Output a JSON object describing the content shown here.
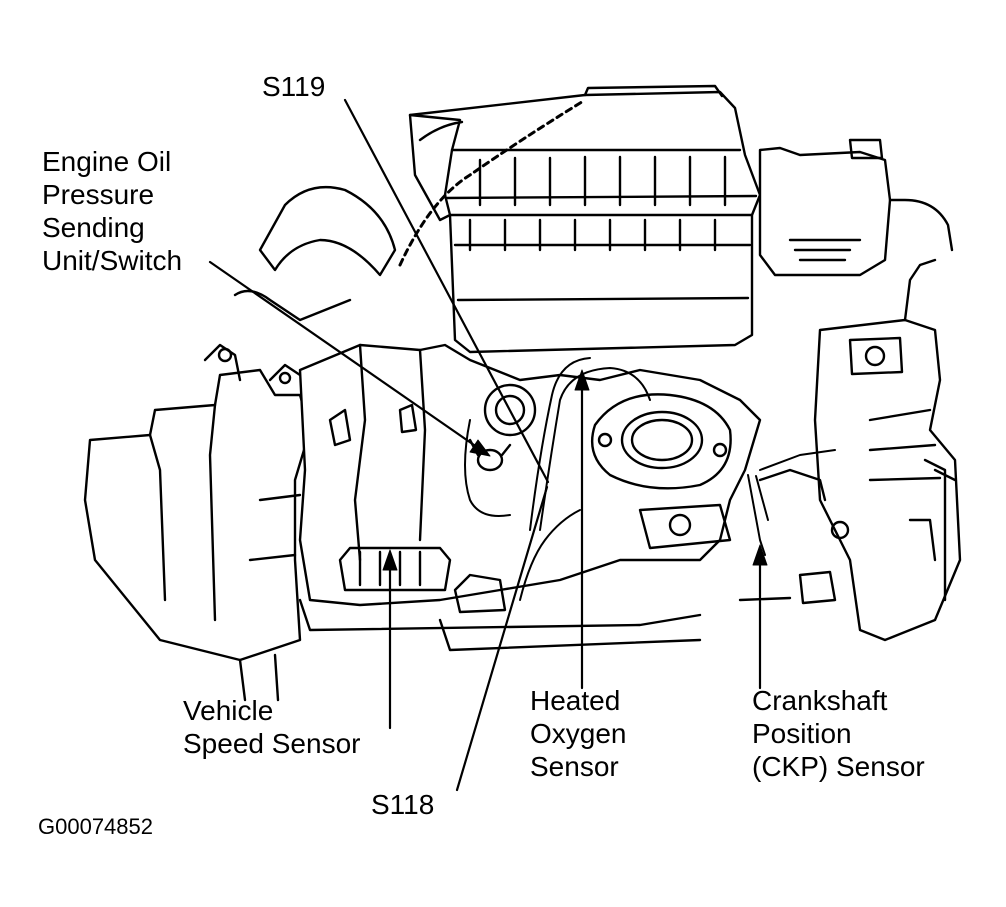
{
  "labels": {
    "s119": "S119",
    "oil_pressure": "Engine Oil\nPressure\nSending\nUnit/Switch",
    "vehicle_speed": "Vehicle\nSpeed Sensor",
    "s118": "S118",
    "heated_oxygen": "Heated\nOxygen\nSensor",
    "crankshaft": "Crankshaft\nPosition\n(CKP) Sensor"
  },
  "figure_id": "G00074852",
  "colors": {
    "ink": "#000000",
    "paper": "#ffffff"
  }
}
